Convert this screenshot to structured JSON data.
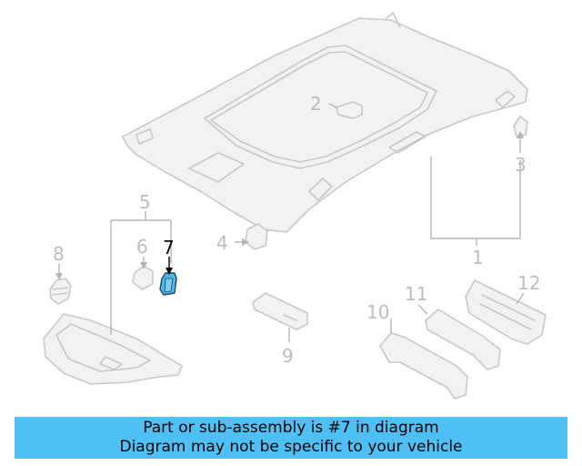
{
  "callouts": {
    "c1": "1",
    "c2": "2",
    "c3": "3",
    "c4": "4",
    "c5": "5",
    "c6": "6",
    "c7": "7",
    "c8": "8",
    "c9": "9",
    "c10": "10",
    "c11": "11",
    "c12": "12"
  },
  "highlighted_part": "7",
  "colors": {
    "banner": "#4fc0f5",
    "highlight": "#4fb8e8",
    "parts": "#c9c9c9"
  },
  "banner": {
    "line1": "Part or sub-assembly is #7 in diagram",
    "line2": "Diagram may not be specific to your vehicle"
  }
}
